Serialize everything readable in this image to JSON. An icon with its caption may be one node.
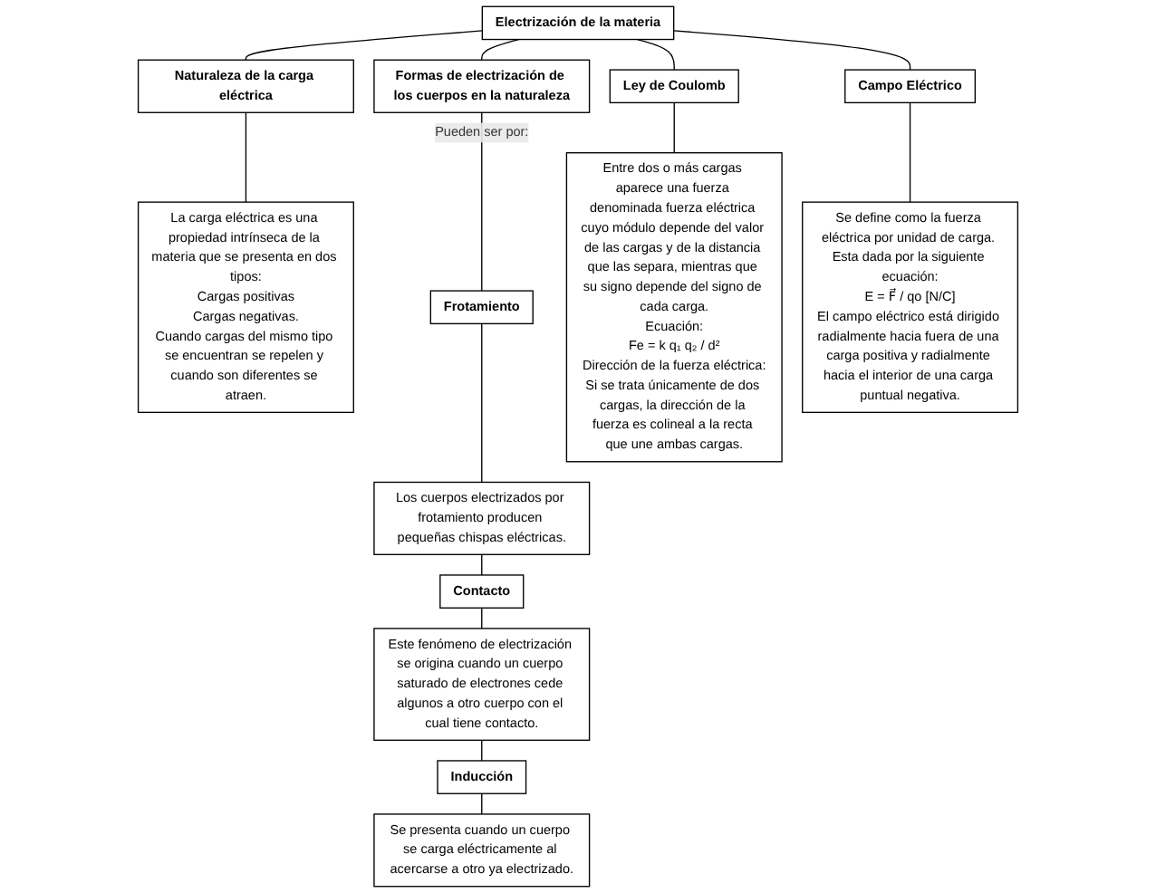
{
  "diagram": {
    "nodes": [
      {
        "text": [
          "Electrización de la materia"
        ]
      },
      {
        "text": [
          "Naturaleza de la carga eléctrica"
        ]
      },
      {
        "text": [
          "Formas de electrización de los cuerpos en la naturaleza"
        ]
      },
      {
        "text": [
          "Ley de Coulomb"
        ]
      },
      {
        "text": [
          "Campo Eléctrico"
        ]
      },
      {
        "text": [
          "La carga eléctrica es una propiedad intrínseca de la materia que se presenta en dos tipos:",
          "Cargas positivas",
          "Cargas negativas.",
          "Cuando cargas del mismo tipo se encuentran se repelen y cuando son diferentes se atraen."
        ]
      },
      {
        "text": [
          "Frotamiento"
        ]
      },
      {
        "text": [
          "Los cuerpos electrizados por frotamiento producen pequeñas chispas eléctricas."
        ]
      },
      {
        "text": [
          "Contacto"
        ]
      },
      {
        "text": [
          "Este fenómeno de electrización se origina cuando un cuerpo saturado de electrones cede algunos a otro cuerpo con el cual tiene contacto."
        ]
      },
      {
        "text": [
          "Inducción"
        ]
      },
      {
        "text": [
          "Se presenta cuando un cuerpo se carga eléctricamente al acercarse a otro ya electrizado."
        ]
      },
      {
        "text": [
          "Entre dos o más cargas aparece una fuerza denominada fuerza eléctrica cuyo módulo depende del valor de las cargas y de la distancia que las separa, mientras que su signo depende del signo de cada carga.",
          "Ecuación:",
          "Fe = k q₁ q₂ / d²",
          "Dirección de la fuerza eléctrica:",
          "Si se trata únicamente de dos cargas, la dirección de la fuerza es colineal a la recta que une ambas cargas."
        ]
      },
      {
        "text": [
          "Se define como la fuerza eléctrica por unidad de carga. Esta dada por la siguiente ecuación:",
          "E = F⃗ / qo [N/C]",
          "El campo eléctrico está dirigido radialmente hacia fuera de una carga positiva y radialmente hacia el interior de una carga puntual negativa."
        ]
      }
    ],
    "edges": [
      {
        "from": 0,
        "to": 1,
        "arrow": "none"
      },
      {
        "from": 0,
        "to": 2,
        "arrow": "none"
      },
      {
        "from": 0,
        "to": 3,
        "arrow": "none"
      },
      {
        "from": 0,
        "to": 4,
        "arrow": "none"
      },
      {
        "from": 1,
        "to": 5,
        "arrow": "none"
      },
      {
        "from": 2,
        "to": 6,
        "arrow": "none",
        "label": "Pueden ser por:"
      },
      {
        "from": 6,
        "to": 7,
        "arrow": "none"
      },
      {
        "from": 7,
        "to": 8,
        "arrow": "none"
      },
      {
        "from": 8,
        "to": 9,
        "arrow": "none"
      },
      {
        "from": 9,
        "to": 10,
        "arrow": "none"
      },
      {
        "from": 10,
        "to": 11,
        "arrow": "none"
      },
      {
        "from": 3,
        "to": 12,
        "arrow": "none"
      },
      {
        "from": 4,
        "to": 13,
        "arrow": "none"
      }
    ]
  }
}
